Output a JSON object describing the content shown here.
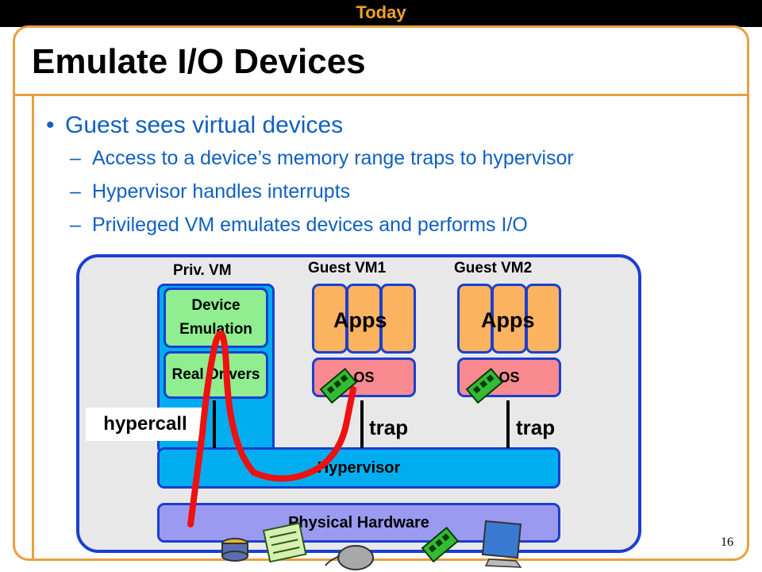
{
  "header": {
    "label": "Today"
  },
  "slide": {
    "title": "Emulate I/O Devices",
    "bullet": "Guest sees virtual devices",
    "subbullets": [
      "Access to a device’s memory range traps to hypervisor",
      "Hypervisor handles interrupts",
      "Privileged VM emulates devices and performs I/O"
    ],
    "page_number": "16"
  },
  "diagram": {
    "priv_vm_label": "Priv. VM",
    "guest1_label": "Guest VM1",
    "guest2_label": "Guest VM2",
    "device_emulation": "Device Emulation",
    "real_drivers": "Real Drivers",
    "apps1": "Apps",
    "apps2": "Apps",
    "os1": "OS",
    "os2": "OS",
    "hypervisor": "Hypervisor",
    "physical_hardware": "Physical Hardware",
    "hypercall": "hypercall",
    "trap1": "trap",
    "trap2": "trap"
  },
  "colors": {
    "accent_orange": "#e8a040",
    "text_blue": "#1060c0",
    "border_blue": "#1a3fd0",
    "hypervisor_cyan": "#00aeef",
    "emulation_green": "#90ee90",
    "apps_orange": "#fbb360",
    "os_pink": "#f88a90",
    "hardware_lavender": "#9a9af0",
    "path_red": "#ee1111"
  },
  "icons": [
    "device-card-icon",
    "disk-icon",
    "mouse-icon",
    "monitor-icon",
    "keyboard-icon"
  ]
}
